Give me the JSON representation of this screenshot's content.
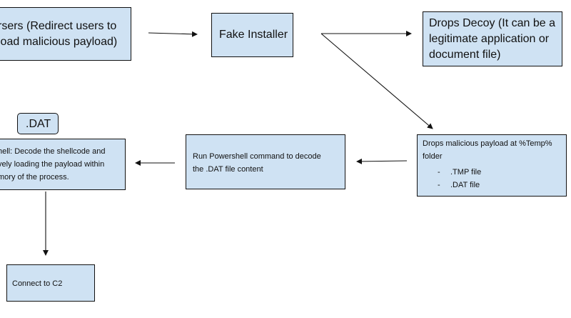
{
  "nodes": {
    "redirect": {
      "line1": "rsers (Redirect users to",
      "line2": "load malicious payload)"
    },
    "installer": {
      "label": "Fake Installer"
    },
    "decoy": {
      "line1": "Drops Decoy (It can be a",
      "line2": "legitimate application or",
      "line3": "document file)"
    },
    "drops_payload": {
      "line1": "Drops malicious payload at %Temp%",
      "line2": "folder",
      "item1": ".TMP file",
      "item2": ".DAT file",
      "bullet": "-"
    },
    "powershell_cmd": {
      "line1": "Run Powershell command to decode",
      "line2": "the .DAT file content"
    },
    "dat_label": {
      "label": ".DAT"
    },
    "decode": {
      "line1": "hell: Decode the shellcode and",
      "line2": "vely loading the payload within",
      "line3": "mory of the process."
    },
    "c2": {
      "label": "Connect to C2"
    }
  },
  "colors": {
    "box_fill": "#cfe2f3",
    "box_border": "#111111",
    "arrow": "#111111"
  }
}
